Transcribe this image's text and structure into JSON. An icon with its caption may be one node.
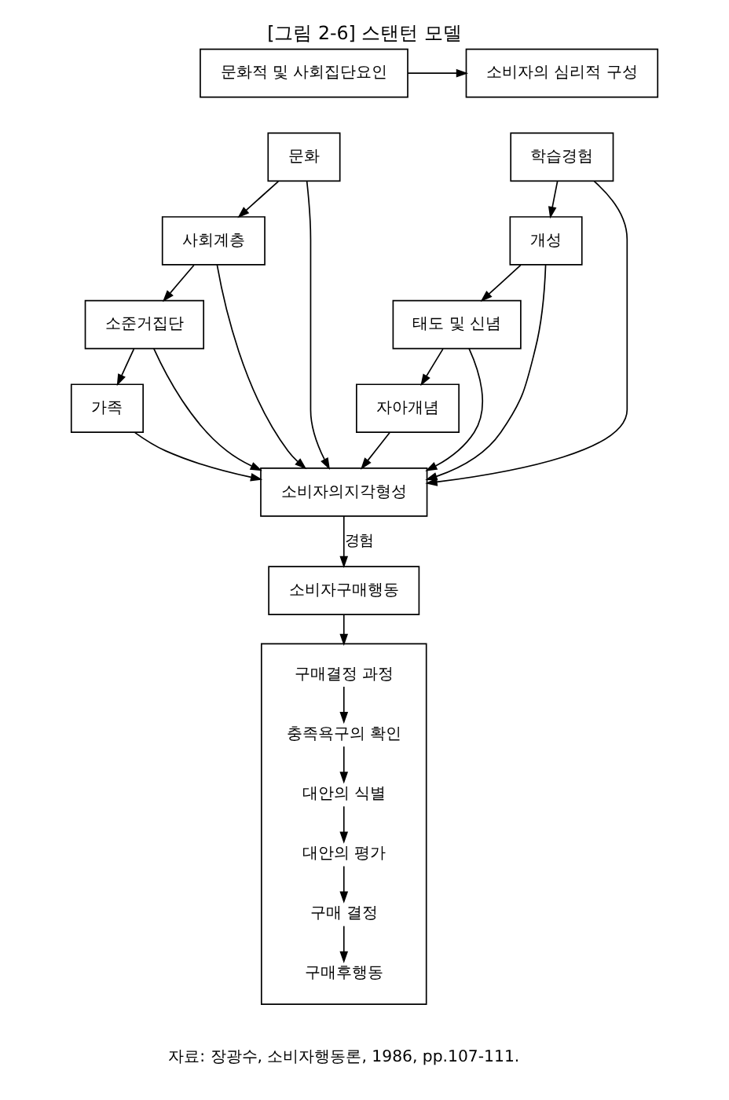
{
  "diagram": {
    "title": "[그림 2-6] 스탠턴 모델",
    "caption": "자료: 장광수, 소비자행동론, 1986, pp.107-111.",
    "nodes": [
      {
        "text": [
          "문화적 및 사회집단요인"
        ]
      },
      {
        "text": [
          "소비자의 심리적 구성"
        ]
      },
      {
        "text": [
          "문화"
        ]
      },
      {
        "text": [
          "사회계층"
        ]
      },
      {
        "text": [
          "소준거집단"
        ]
      },
      {
        "text": [
          "가족"
        ]
      },
      {
        "text": [
          "학습경험"
        ]
      },
      {
        "text": [
          "개성"
        ]
      },
      {
        "text": [
          "태도 및 신념"
        ]
      },
      {
        "text": [
          "자아개념"
        ]
      },
      {
        "text": [
          "소비자의지각형성"
        ]
      },
      {
        "text": [
          "소비자구매행동"
        ]
      },
      {
        "text": [],
        "shape": "box"
      },
      {
        "text": [
          "구매결정 과정"
        ],
        "in": 12
      },
      {
        "text": [
          "충족욕구의 확인"
        ],
        "in": 12
      },
      {
        "text": [
          "대안의 식별"
        ],
        "in": 12
      },
      {
        "text": [
          "대안의 평가"
        ],
        "in": 12
      },
      {
        "text": [
          "구매 결정"
        ],
        "in": 12
      },
      {
        "text": [
          "구매후행동"
        ],
        "in": 12
      }
    ],
    "edges": [
      {
        "from": 0,
        "to": 1,
        "arrow": "to"
      },
      {
        "from": 2,
        "to": 3,
        "arrow": "to"
      },
      {
        "from": 3,
        "to": 4,
        "arrow": "to"
      },
      {
        "from": 4,
        "to": 5,
        "arrow": "to"
      },
      {
        "from": 6,
        "to": 7,
        "arrow": "to"
      },
      {
        "from": 7,
        "to": 8,
        "arrow": "to"
      },
      {
        "from": 8,
        "to": 9,
        "arrow": "to"
      },
      {
        "from": 2,
        "to": 10,
        "arrow": "to"
      },
      {
        "from": 3,
        "to": 10,
        "arrow": "to"
      },
      {
        "from": 4,
        "to": 10,
        "arrow": "to"
      },
      {
        "from": 5,
        "to": 10,
        "arrow": "to"
      },
      {
        "from": 9,
        "to": 10,
        "arrow": "to"
      },
      {
        "from": 8,
        "to": 10,
        "arrow": "to"
      },
      {
        "from": 7,
        "to": 10,
        "arrow": "to"
      },
      {
        "from": 6,
        "to": 10,
        "arrow": "to"
      },
      {
        "from": 10,
        "to": 11,
        "arrow": "to",
        "label": "경험"
      },
      {
        "from": 11,
        "to": 12,
        "arrow": "to"
      },
      {
        "from": 13,
        "to": 14,
        "arrow": "to"
      },
      {
        "from": 14,
        "to": 15,
        "arrow": "to"
      },
      {
        "from": 15,
        "to": 16,
        "arrow": "to"
      },
      {
        "from": 16,
        "to": 17,
        "arrow": "to"
      },
      {
        "from": 17,
        "to": 18,
        "arrow": "to"
      }
    ]
  }
}
